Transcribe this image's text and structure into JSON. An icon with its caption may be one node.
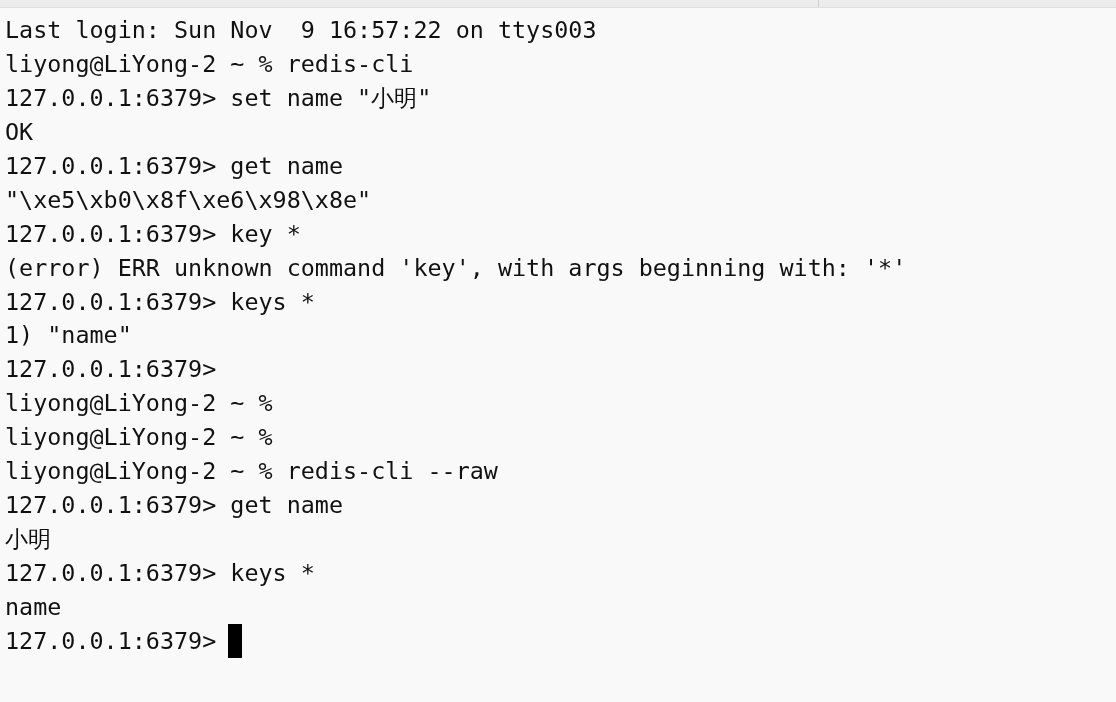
{
  "diagram": {
    "labels": [
      "Last login: Sun Nov  9 16:57:22 on ttys003",
      "liyong@LiYong-2 ~ % redis-cli",
      "127.0.0.1:6379> set name \"小明\"",
      "OK",
      "127.0.0.1:6379> get name",
      "\"\\xe5\\xb0\\x8f\\xe6\\x98\\x8e\"",
      "127.0.0.1:6379> key *",
      "(error) ERR unknown command 'key', with args beginning with: '*'",
      "127.0.0.1:6379> keys *",
      "1) \"name\"",
      "127.0.0.1:6379>",
      "liyong@LiYong-2 ~ %",
      "liyong@LiYong-2 ~ %",
      "liyong@LiYong-2 ~ % redis-cli --raw",
      "127.0.0.1:6379> get name",
      "小明",
      "127.0.0.1:6379> keys *",
      "name",
      "127.0.0.1:6379>"
    ]
  }
}
